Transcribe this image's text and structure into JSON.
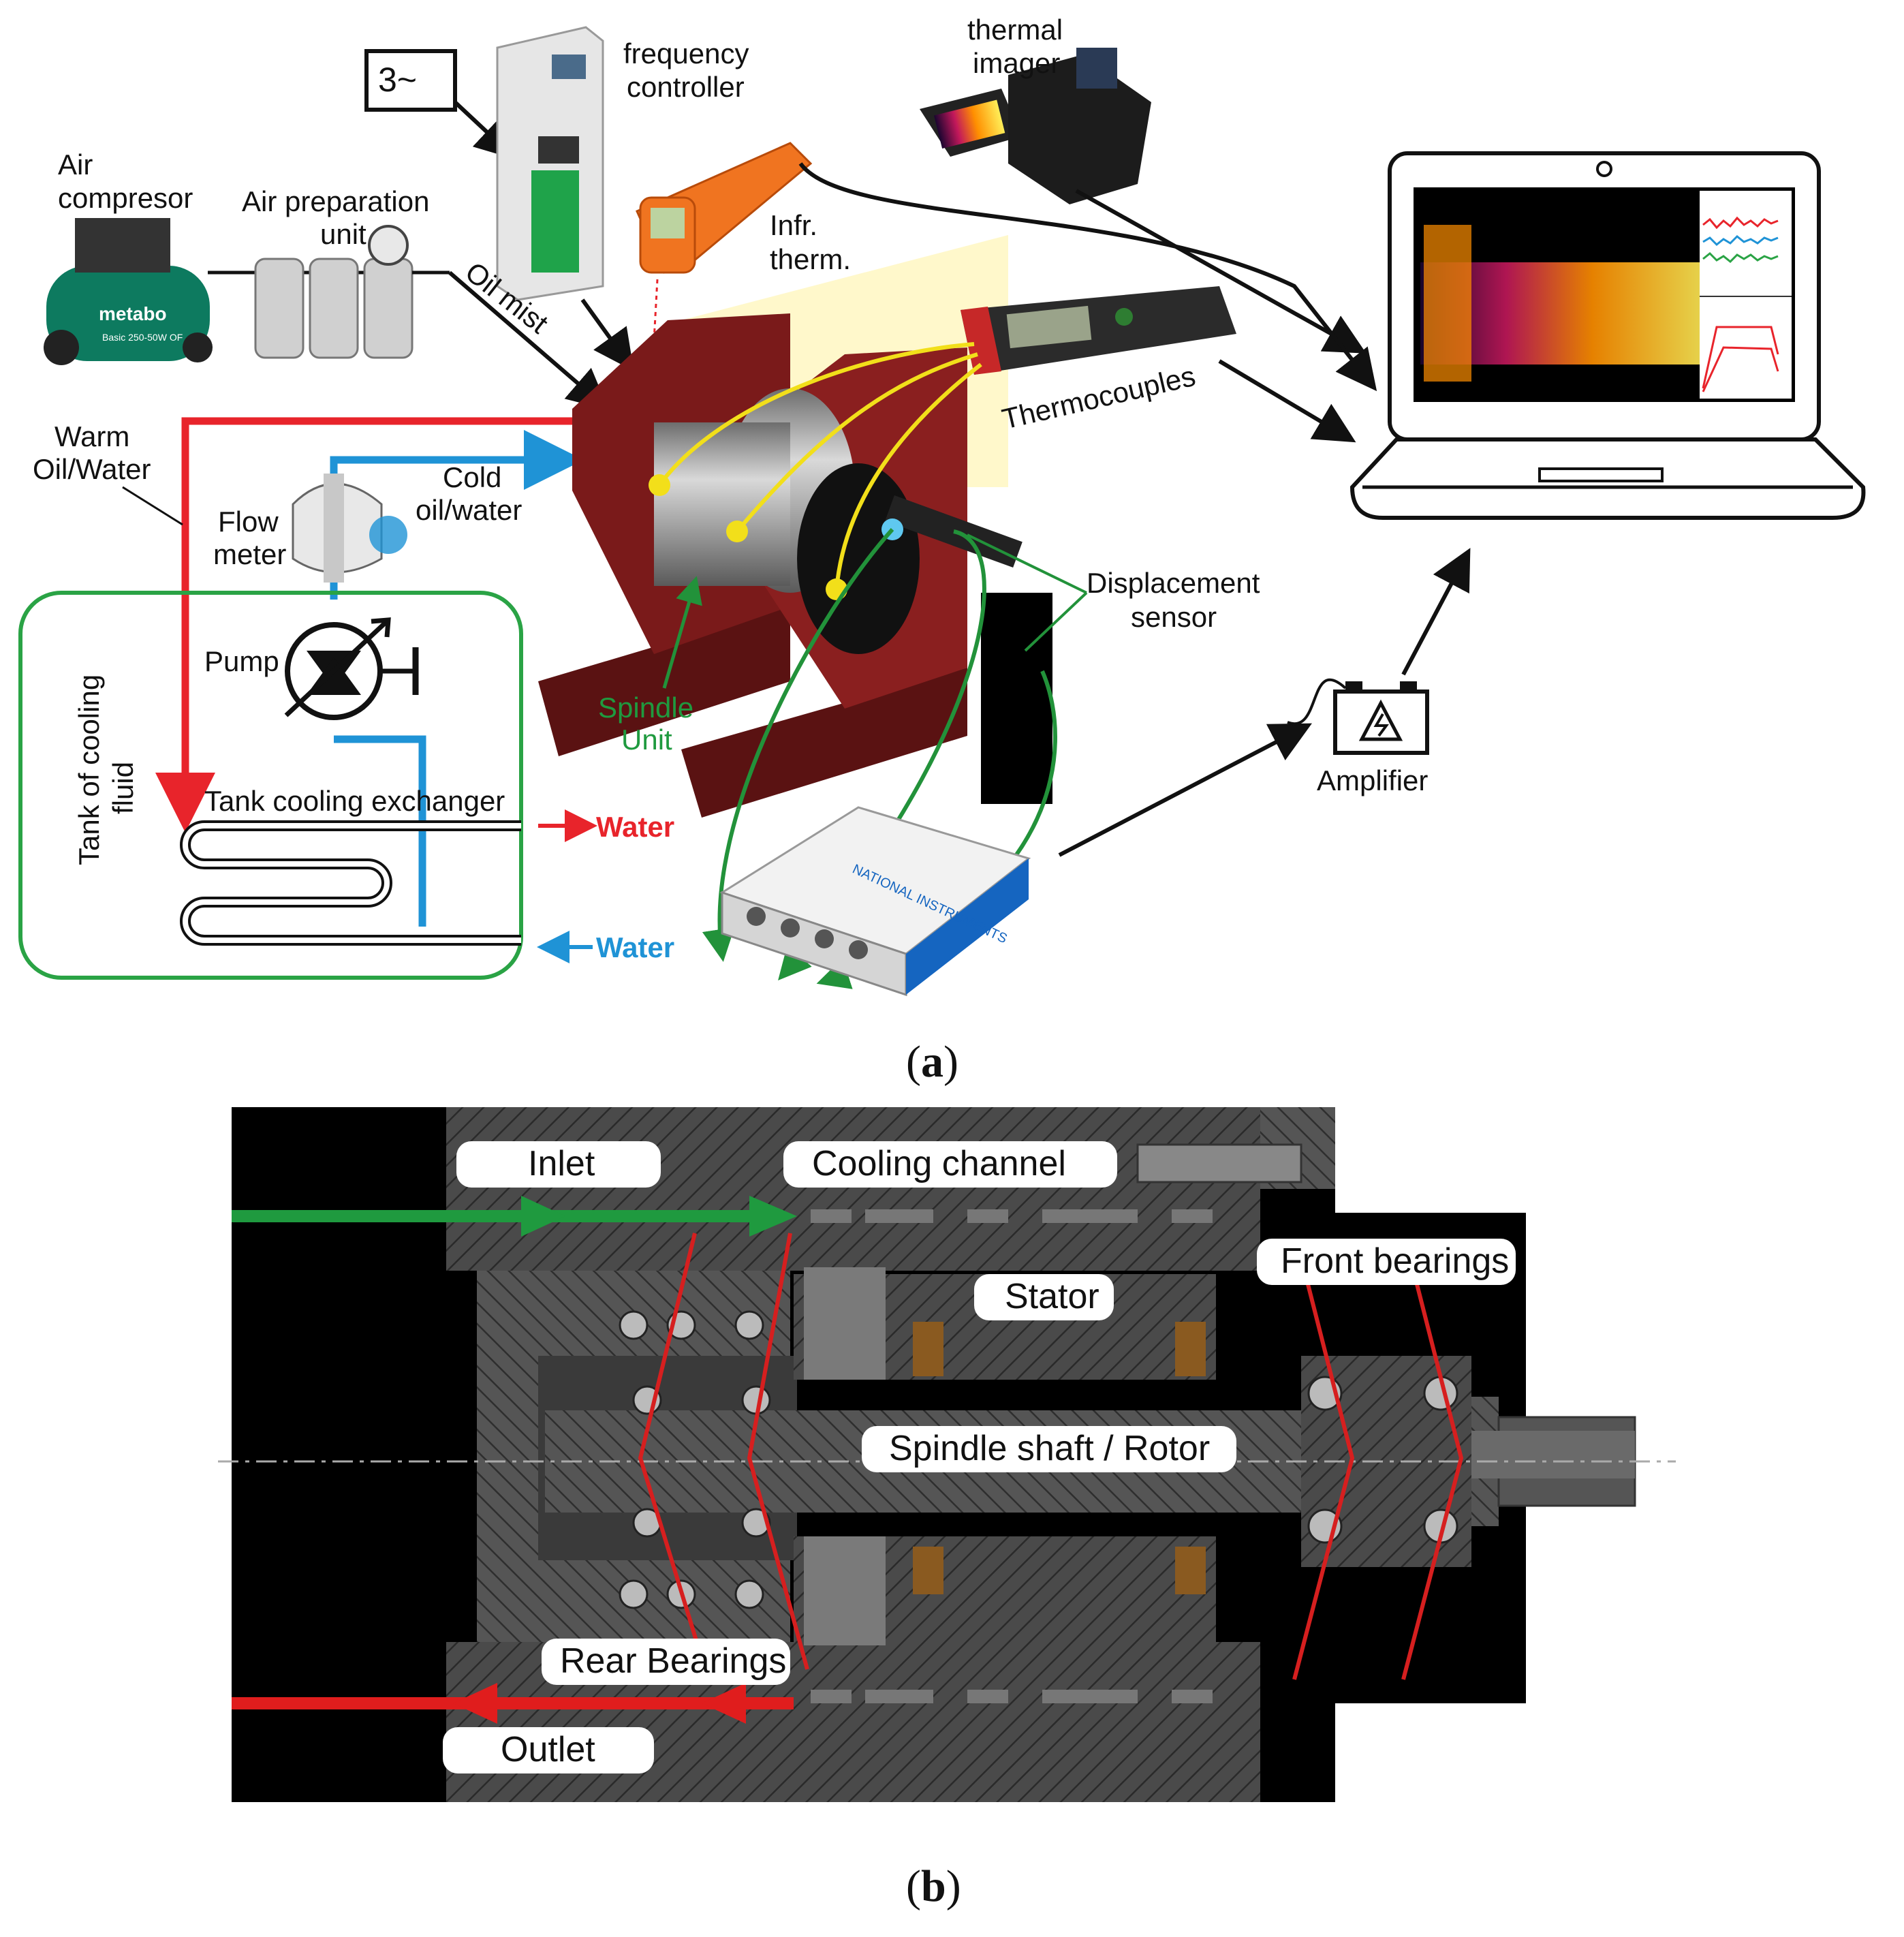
{
  "panel_a": {
    "caption_open": "(",
    "caption_letter": "a",
    "caption_close": ")",
    "power_symbol": "3~",
    "labels": {
      "frequency_controller": [
        "frequency",
        "controller"
      ],
      "thermal_imager": [
        "thermal",
        "imager"
      ],
      "air_compressor": [
        "Air",
        "compresor"
      ],
      "air_preparation_unit": [
        "Air preparation",
        "unit"
      ],
      "oil_mist": "Oil mist",
      "infrared_thermometer": [
        "Infr.",
        "therm."
      ],
      "thermocouples": "Thermocouples",
      "warm_oil_water": [
        "Warm",
        "Oil/Water"
      ],
      "cold_oil_water": [
        "Cold",
        "oil/water"
      ],
      "flow_meter": [
        "Flow",
        "meter"
      ],
      "pump": "Pump",
      "tank_of_cooling_fluid": [
        "Tank of cooling",
        "fluid"
      ],
      "tank_cooling_exchanger": "Tank cooling exchanger",
      "water_out": "Water",
      "water_in": "Water",
      "spindle_unit": [
        "Spindle",
        "Unit"
      ],
      "displacement_sensor": [
        "Displacement",
        "sensor"
      ],
      "amplifier": "Amplifier"
    },
    "device_text": {
      "compressor_brand": "metabo",
      "compressor_model": "Basic 250-50W OF",
      "daq_brand": "NATIONAL INSTRUMENTS"
    },
    "colors": {
      "hot_line": "#e8242b",
      "cold_line": "#1f93d6",
      "tank_border": "#2aa345",
      "sensor_wire": "#22923a",
      "thermocouple_wire": "#f2df1a",
      "housing": "#7a1a1a"
    }
  },
  "panel_b": {
    "caption_open": "(",
    "caption_letter": "b",
    "caption_close": ")",
    "labels": {
      "inlet": "Inlet",
      "cooling_channel": "Cooling channel",
      "front_bearings": "Front bearings",
      "stator": "Stator",
      "spindle_shaft_rotor": "Spindle shaft / Rotor",
      "rear_bearings": "Rear Bearings",
      "outlet": "Outlet"
    },
    "colors": {
      "inlet_arrow": "#1f9a3f",
      "outlet_arrow": "#e01d1d",
      "bearing_lines": "#d61f1f",
      "hatch_fill": "#4d4d4d",
      "background": "#000000"
    }
  }
}
